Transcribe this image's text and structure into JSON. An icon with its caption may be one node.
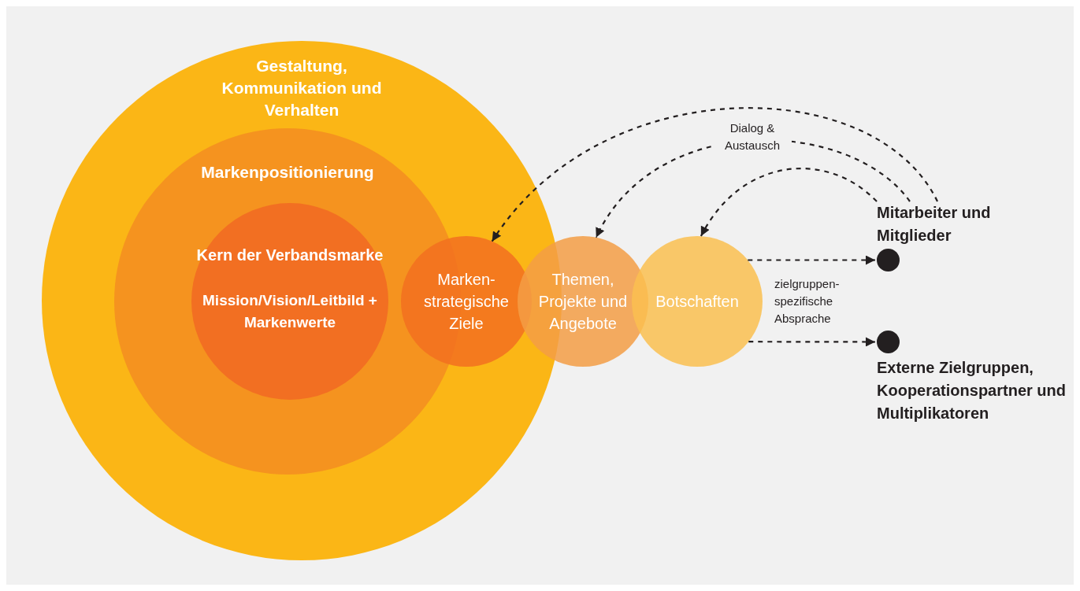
{
  "diagram": {
    "nodes": [
      {
        "text": [
          "Gestaltung, Kommunikation und Verhalten"
        ]
      },
      {
        "text": [
          "Markenpositionierung"
        ],
        "in": 0
      },
      {
        "text": [
          "Kern der Verbandsmarke",
          "Mission/Vision/Leitbild + Markenwerte"
        ],
        "in": 1
      },
      {
        "text": [
          "Marken- strategische Ziele"
        ],
        "in": 0
      },
      {
        "text": [
          "Themen, Projekte und Angebote"
        ]
      },
      {
        "text": [
          "Botschaften"
        ]
      },
      {
        "text": [
          "Mitarbeiter und Mitglieder"
        ]
      },
      {
        "text": [],
        "shape": "circle"
      },
      {
        "text": [],
        "shape": "circle"
      },
      {
        "text": [
          "Externe Zielgruppen, Kooperationspartner und Multiplikatoren"
        ]
      }
    ],
    "edges": [
      {
        "from": 6,
        "to": 3,
        "arrow": "to",
        "style": "dashed"
      },
      {
        "from": 6,
        "to": 4,
        "arrow": "to",
        "style": "dashed",
        "label": "Dialog & Austausch"
      },
      {
        "from": 6,
        "to": 5,
        "arrow": "to",
        "style": "dashed"
      },
      {
        "from": 5,
        "to": 7,
        "arrow": "to",
        "style": "dashed"
      },
      {
        "from": 5,
        "to": 8,
        "arrow": "to",
        "style": "dashed"
      }
    ],
    "labels": [
      "zielgruppen- spezifische Absprache"
    ]
  }
}
